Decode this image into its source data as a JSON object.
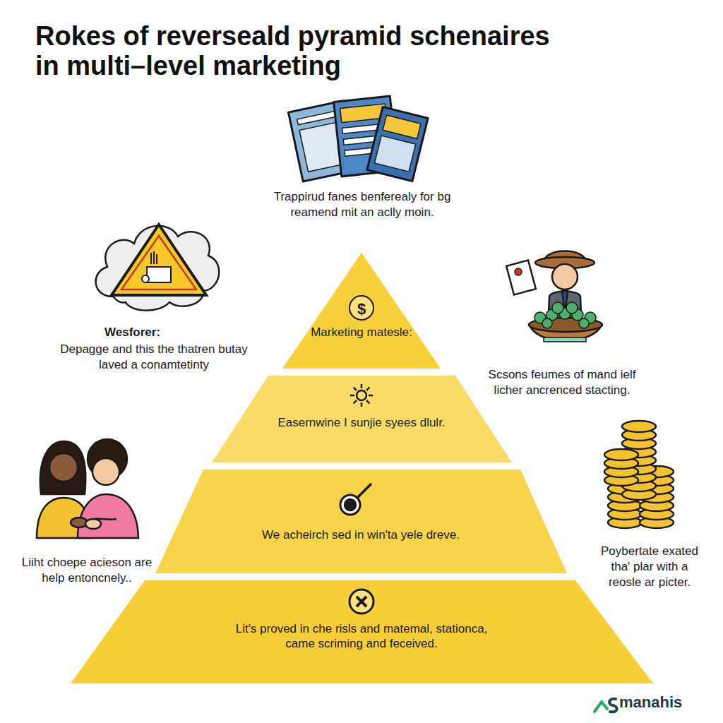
{
  "diagram": {
    "title": "Rokes of reverseald pyramid schenaires in multi–level marketing",
    "nodes": [
      {
        "text": [
          "$",
          "Marketing matesle:"
        ]
      },
      {
        "text": [
          "Easernwine I sunjie syees dlulr."
        ]
      },
      {
        "text": [
          "We acheirch sed in win'ta yele dreve."
        ]
      },
      {
        "text": [
          "Lit's proved in che risls and matemal, stationca, came scriming and feceived."
        ]
      }
    ],
    "labels": [
      "Trappirud fanes benferealy for bg reamend mit an aclly moin.",
      "Wesforer:",
      "Depagge and this the thatren butay laved a conamtetinty",
      "Scsons feumes of mand ielf licher ancrenced stacting.",
      "Liiht choepe acieson are help entoncnely..",
      "Poybertate exated tha' plar with a reosle ar picter.",
      "manahis"
    ]
  }
}
